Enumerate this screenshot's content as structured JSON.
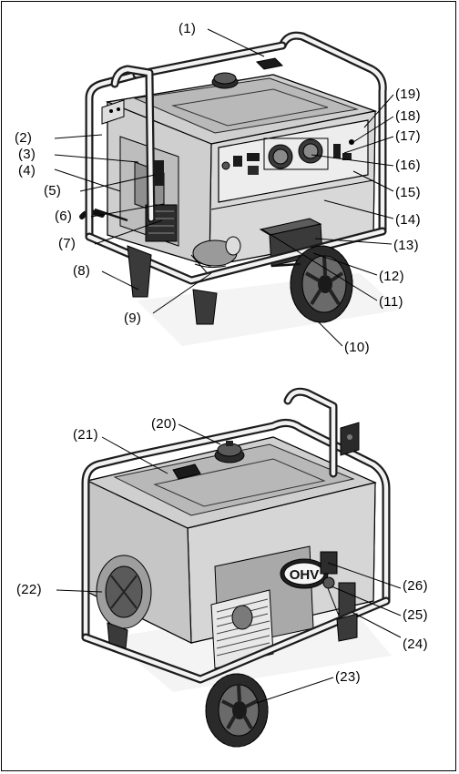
{
  "figure": {
    "accent_color": "#000000",
    "background_color": "#ffffff",
    "top_view_callouts": [
      {
        "id": "c1",
        "label": "(1)"
      },
      {
        "id": "c2",
        "label": "(2)"
      },
      {
        "id": "c3",
        "label": "(3)"
      },
      {
        "id": "c4",
        "label": "(4)"
      },
      {
        "id": "c5",
        "label": "(5)"
      },
      {
        "id": "c6",
        "label": "(6)"
      },
      {
        "id": "c7",
        "label": "(7)"
      },
      {
        "id": "c8",
        "label": "(8)"
      },
      {
        "id": "c9",
        "label": "(9)"
      },
      {
        "id": "c10",
        "label": "(10)"
      },
      {
        "id": "c11",
        "label": "(11)"
      },
      {
        "id": "c12",
        "label": "(12)"
      },
      {
        "id": "c13",
        "label": "(13)"
      },
      {
        "id": "c14",
        "label": "(14)"
      },
      {
        "id": "c15",
        "label": "(15)"
      },
      {
        "id": "c16",
        "label": "(16)"
      },
      {
        "id": "c17",
        "label": "(17)"
      },
      {
        "id": "c18",
        "label": "(18)"
      },
      {
        "id": "c19",
        "label": "(19)"
      }
    ],
    "bottom_view_callouts": [
      {
        "id": "c20",
        "label": "(20)"
      },
      {
        "id": "c21",
        "label": "(21)"
      },
      {
        "id": "c22",
        "label": "(22)"
      },
      {
        "id": "c23",
        "label": "(23)"
      },
      {
        "id": "c24",
        "label": "(24)"
      },
      {
        "id": "c25",
        "label": "(25)"
      },
      {
        "id": "c26",
        "label": "(26)"
      }
    ],
    "engine_badge": "OHV"
  }
}
